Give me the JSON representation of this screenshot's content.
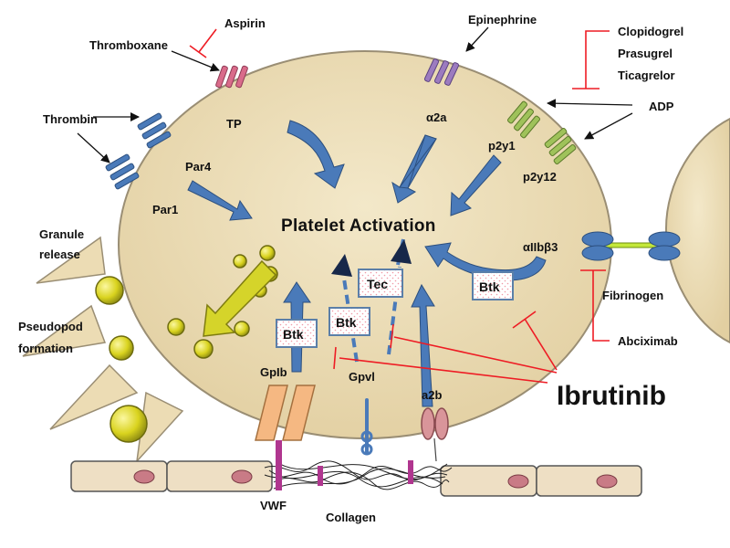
{
  "diagram": {
    "center_label": "Platelet Activation",
    "agonists": {
      "aspirin": "Aspirin",
      "thromboxane": "Thromboxane",
      "thrombin": "Thrombin",
      "epinephrine": "Epinephrine",
      "adp": "ADP",
      "drugs_p2y": [
        "Clopidogrel",
        "Prasugrel",
        "Ticagrelor"
      ]
    },
    "receptors": {
      "tp": "TP",
      "par4": "Par4",
      "par1": "Par1",
      "a2a": "α2a",
      "p2y1": "p2y1",
      "p2y12": "p2y12",
      "aiib3": "αIIbβ3",
      "gpib": "GpIb",
      "gpvi": "Gpvl",
      "a2b": "a2b"
    },
    "kinases": {
      "btk_right": "Btk",
      "btk_left": "Btk",
      "btk_mid": "Btk",
      "tec": "Tec"
    },
    "processes": {
      "granule": [
        "Granule",
        "release"
      ],
      "pseudopod": [
        "Pseudopod",
        "formation"
      ]
    },
    "ligands": {
      "fibrinogen": "Fibrinogen",
      "abciximab": "Abciximab",
      "vwf": "VWF",
      "collagen": "Collagen"
    },
    "inhibitor": "Ibrutinib"
  },
  "colors": {
    "platelet_fill": "#ecdcb4",
    "platelet_edge": "#9a8e74",
    "arrow_blue": "#4a7ab9",
    "inhibit_red": "#ee1c24",
    "tp_receptor": "#d96b8a",
    "a2a_receptor": "#9c7bbf",
    "p2y_receptor": "#9fc25a",
    "granule": "#d9d31e",
    "gpib": "#f5b882",
    "box_border": "#5b7fa8",
    "cell_fill": "#eedfc4",
    "nucleus": "#c97b86",
    "vwf": "#b0368f"
  },
  "icons": {
    "receptor": "receptor-icon",
    "arrow": "activation-arrow-icon",
    "inhibit": "inhibition-bar-icon",
    "granule": "granule-icon"
  }
}
